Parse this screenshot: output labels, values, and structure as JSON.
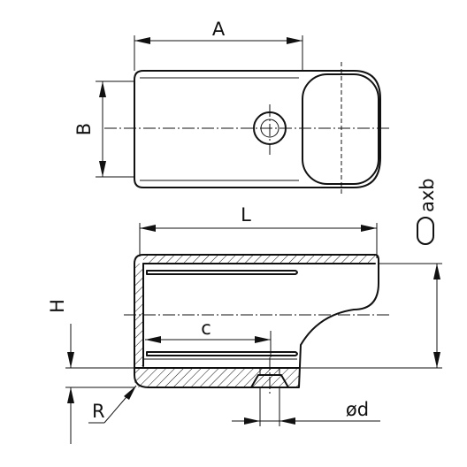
{
  "labels": {
    "A": "A",
    "B": "B",
    "L": "L",
    "axb": "axb",
    "H": "H",
    "c": "c",
    "R": "R",
    "d": "ød"
  }
}
